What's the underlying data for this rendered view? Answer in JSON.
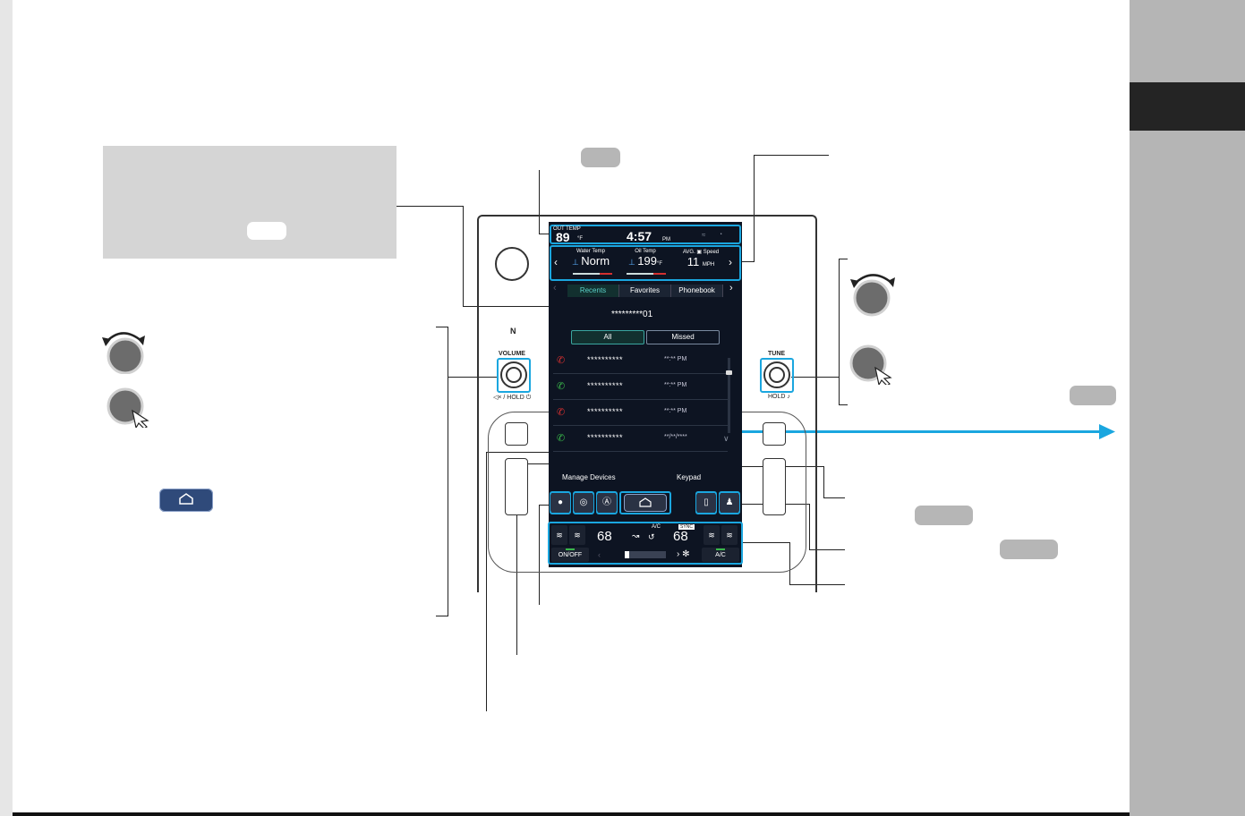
{
  "colors": {
    "accent_blue": "#1aa6df",
    "screen_bg": "#0d1422",
    "teal": "#5ad1c8",
    "missed_red": "#d33030",
    "outgoing_green": "#39b54a"
  },
  "status_bar": {
    "out_temp_label": "OUT TEMP",
    "out_temp_value": "89",
    "out_temp_unit": "°F",
    "clock": "4:57",
    "clock_suffix": "PM"
  },
  "gauges": {
    "items": [
      {
        "label": "Water Temp",
        "value": "Norm",
        "unit": ""
      },
      {
        "label": "Oil Temp",
        "value": "199",
        "unit": "°F"
      },
      {
        "label": "AVG. ▣ Speed",
        "value": "11",
        "unit": "MPH"
      }
    ]
  },
  "phone": {
    "tabs": [
      "Recents",
      "Favorites",
      "Phonebook"
    ],
    "header_number": "*********01",
    "filters": [
      "All",
      "Missed"
    ],
    "calls": [
      {
        "type": "missed",
        "icon": "missed-call-icon",
        "name": "**********",
        "time": "**:** PM"
      },
      {
        "type": "outgoing",
        "icon": "outgoing-call-icon",
        "name": "**********",
        "time": "**:** PM"
      },
      {
        "type": "missed",
        "icon": "missed-call-icon",
        "name": "**********",
        "time": "**:** PM"
      },
      {
        "type": "outgoing",
        "icon": "outgoing-call-icon",
        "name": "**********",
        "time": "**/**/****"
      }
    ],
    "manage_devices": "Manage Devices",
    "keypad": "Keypad"
  },
  "climate": {
    "ac_label": "A/C",
    "sync_label": "SYNC",
    "left_temp": "68",
    "right_temp": "68",
    "on_off": "ON/OFF",
    "ac_button": "A/C",
    "fan_level": 0.1
  },
  "hardware": {
    "volume_label": "VOLUME",
    "tune_label": "TUNE",
    "volume_sub": "◁× / HOLD ⏻",
    "tune_sub": "HOLD ♪"
  }
}
